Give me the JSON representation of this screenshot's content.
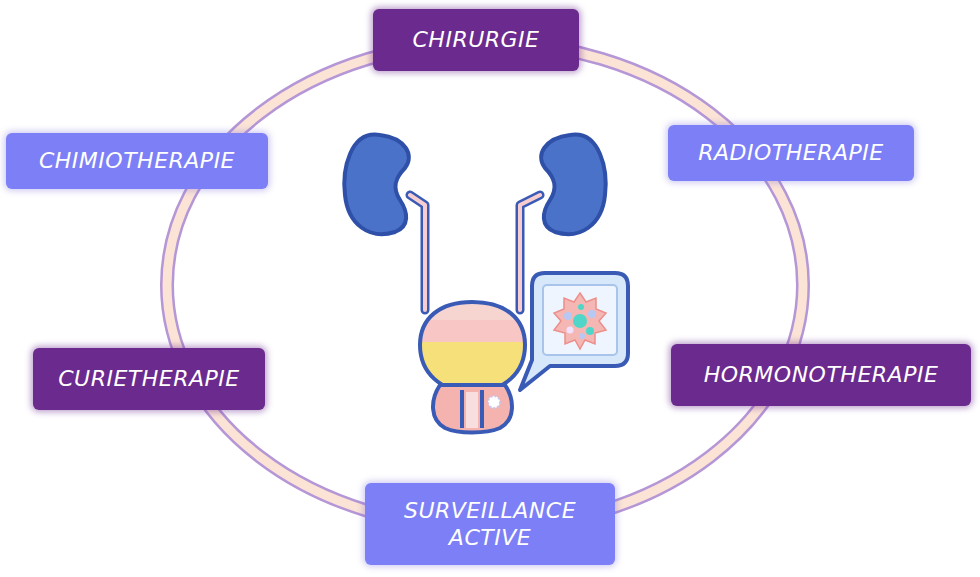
{
  "diagram": {
    "nodes": [
      {
        "text": [
          "CHIRURGIE"
        ]
      },
      {
        "text": [
          "CHIMIOTHERAPIE"
        ]
      },
      {
        "text": [
          "RADIOTHERAPIE"
        ]
      },
      {
        "text": [
          "CURIETHERAPIE"
        ]
      },
      {
        "text": [
          "HORMONOTHERAPIE"
        ]
      },
      {
        "text": [
          "SURVEILLANCE ACTIVE"
        ]
      }
    ]
  }
}
